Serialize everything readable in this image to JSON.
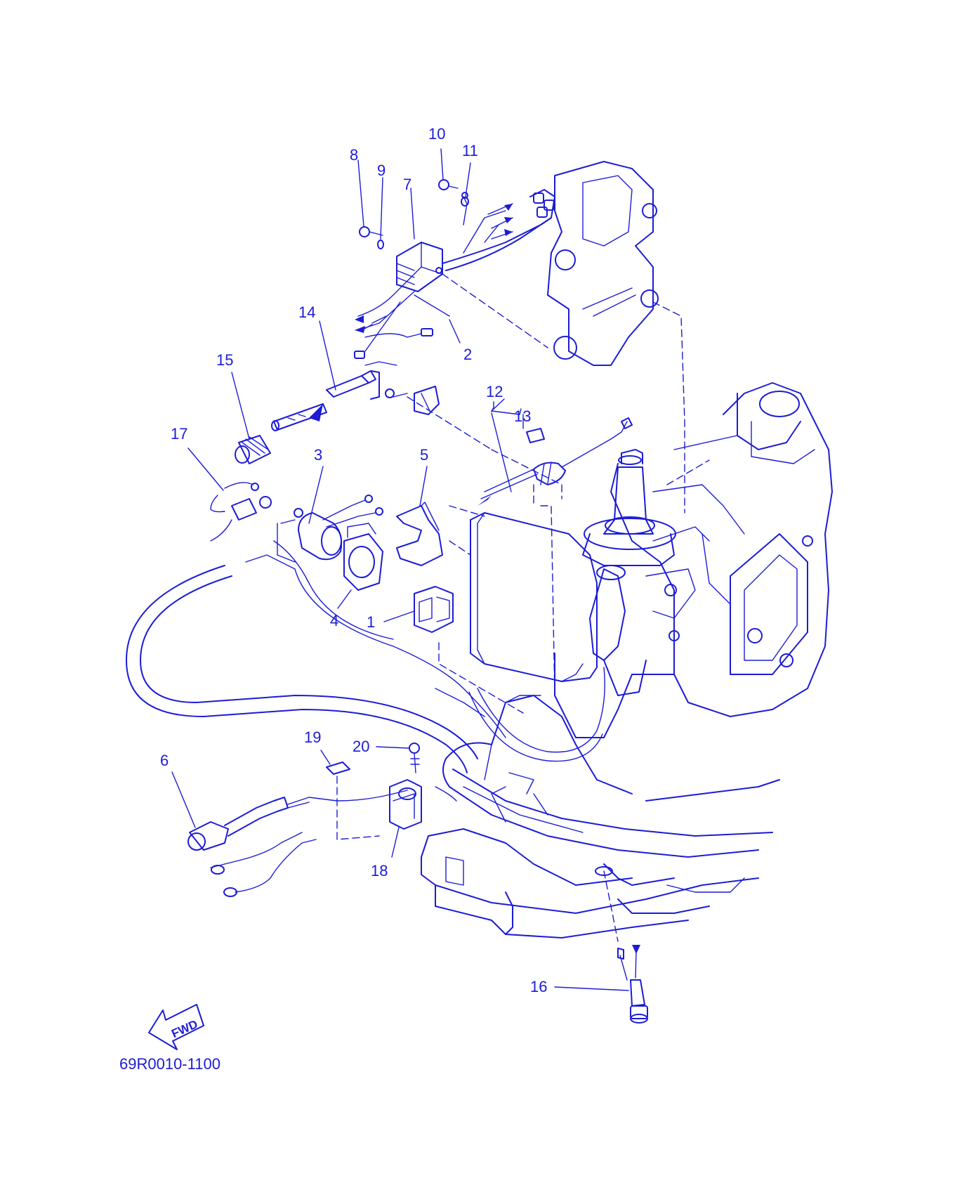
{
  "diagram": {
    "labels": {
      "p1": "1",
      "p2": "2",
      "p3": "3",
      "p4": "4",
      "p5": "5",
      "p6": "6",
      "p7": "7",
      "p8": "8",
      "p9": "9",
      "p10": "10",
      "p11": "11",
      "p12": "12",
      "p13": "13",
      "p14": "14",
      "p15": "15",
      "p16": "16",
      "p17": "17",
      "p18": "18",
      "p19": "19",
      "p20": "20"
    },
    "fwd_label": "FWD",
    "drawing_code": "69R0010-1100",
    "line_color": "#1c1cd6"
  }
}
